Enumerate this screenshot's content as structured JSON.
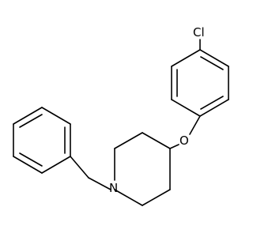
{
  "molecule": {
    "atoms": {
      "chlorine": "Cl",
      "oxygen": "O",
      "nitrogen": "N"
    }
  }
}
